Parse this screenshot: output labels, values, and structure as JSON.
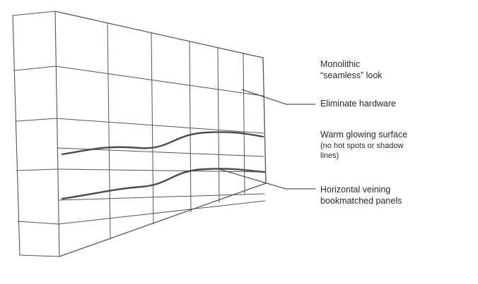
{
  "labels": {
    "monolithic_line1": "Monolithic",
    "monolithic_line2": "“seamless” look",
    "eliminate_hardware": "Eliminate hardware",
    "warm_glowing": "Warm glowing surface",
    "warm_note_line1": "(no hot spots or shadow",
    "warm_note_line2": "lines)",
    "horizontal_veining_line1": "Horizontal veining",
    "horizontal_veining_line2": "bookmatched panels"
  },
  "colors": {
    "sketch_line": "#555555",
    "vein_line": "#4a4a4a",
    "leader_line": "#333333"
  }
}
